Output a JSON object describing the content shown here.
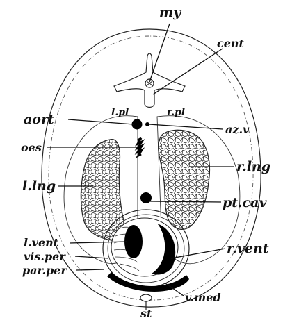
{
  "labels": {
    "my": "my",
    "cent": "cent",
    "aort": "aort",
    "az_v": "az.v",
    "l_pl": "l.pl",
    "r_pl": "r.pl",
    "oes": "oes",
    "r_lng": "r.lng",
    "l_lng": "l.lng",
    "pt_cav": "pt.cav",
    "l_vent": "l.vent",
    "r_vent": "r.vent",
    "vis_per": "vis.per",
    "par_per": "par.per",
    "v_med": "v.med",
    "st": "st"
  }
}
